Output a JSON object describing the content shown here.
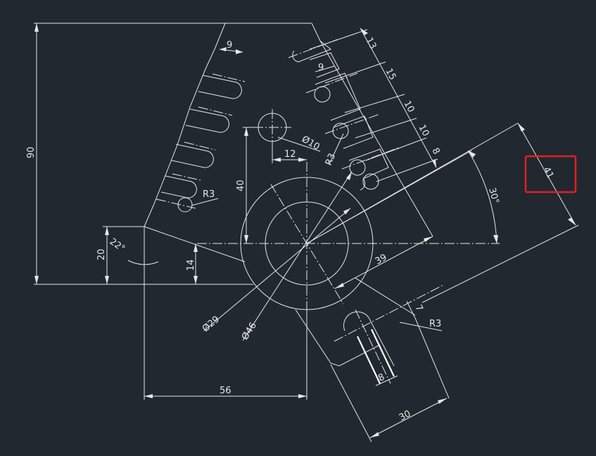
{
  "dimensions": {
    "d90": "90",
    "d9_left": "9",
    "d13": "13",
    "d9_right": "9",
    "d15": "15",
    "d10_a": "10",
    "d10_b": "10",
    "d8_right": "8",
    "d41": "41",
    "d30_angle": "30°",
    "d40": "40",
    "d12": "12",
    "dia10": "Ø10",
    "r3_mid": "R3",
    "r3_left": "R3",
    "d20": "20",
    "d22_angle": "22°",
    "d14": "14",
    "d39": "39",
    "dia29": "Ø29",
    "dia46": "Ø46",
    "d7": "7",
    "r3_bottom": "R3",
    "d8_bottom": "8",
    "d56": "56",
    "d30_bottom": "30"
  },
  "colors": {
    "background": "#212830",
    "lines": "#e6e6e6",
    "highlight": "#e02020"
  }
}
